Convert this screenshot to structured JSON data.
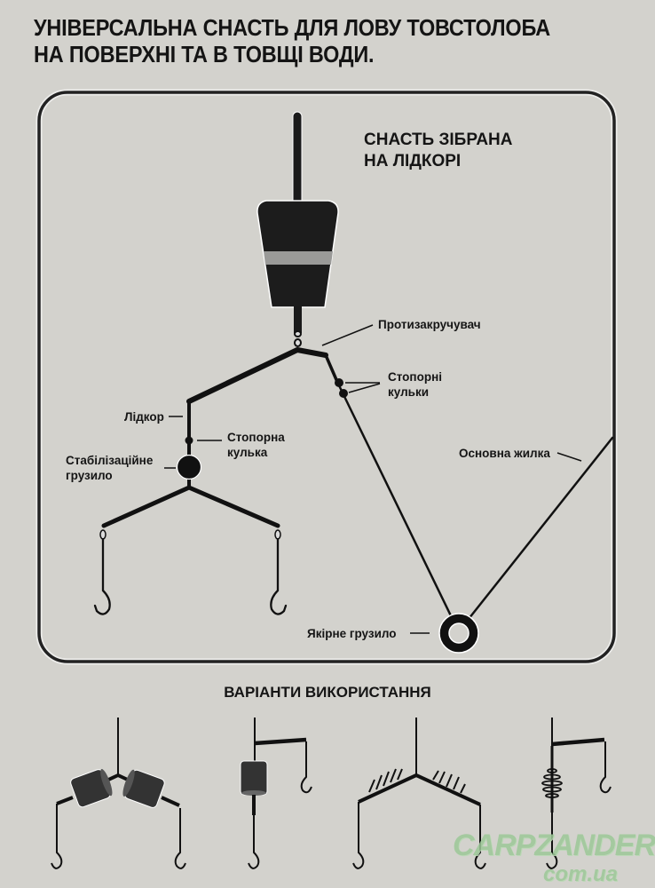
{
  "title": {
    "line1": "УНІВЕРСАЛЬНА СНАСТЬ ДЛЯ ЛОВУ ТОВСТОЛОБА",
    "line2": "НА ПОВЕРХНІ ТА В ТОВЩІ ВОДИ."
  },
  "main_diagram": {
    "heading_line1": "СНАСТЬ ЗІБРАНА",
    "heading_line2": "НА ЛІДКОРІ",
    "labels": {
      "swivel": "Протизакручувач",
      "stop_beads_line1": "Стопорні",
      "stop_beads_line2": "кульки",
      "leadcore": "Лідкор",
      "stop_bead_line1": "Стопорна",
      "stop_bead_line2": "кулька",
      "stab_weight_line1": "Стабілізаційне",
      "stab_weight_line2": "грузило",
      "main_line": "Основна жилка",
      "anchor_weight": "Якірне грузило"
    }
  },
  "variants": {
    "heading": "ВАРІАНТИ ВИКОРИСТАННЯ",
    "items": [
      {
        "icon": "twin-foam-floats-rig-icon"
      },
      {
        "icon": "single-foam-float-rig-icon"
      },
      {
        "icon": "twin-spring-feeders-rig-icon"
      },
      {
        "icon": "single-spring-feeder-rig-icon"
      }
    ]
  },
  "watermark": {
    "brand": "CARPZANDER",
    "domain": "com.ua"
  },
  "colors": {
    "background": "#d3d2cd",
    "ink": "#1a1a1a",
    "float_band": "#9a9a98",
    "watermark": "#9cc898"
  }
}
